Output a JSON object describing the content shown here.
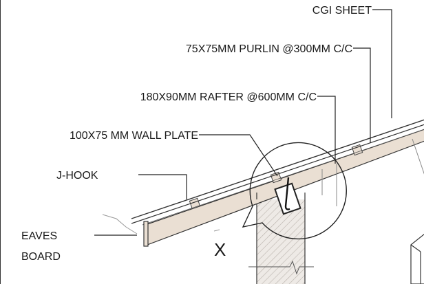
{
  "labels": {
    "cgi_sheet": "CGI SHEET",
    "purlin": "75X75MM PURLIN @300MM C/C",
    "rafter": "180X90MM RAFTER @600MM C/C",
    "wall_plate": "100X75 MM WALL PLATE",
    "j_hook": "J-HOOK",
    "eaves_line1": "EAVES",
    "eaves_line2": "BOARD",
    "section_mark": "X"
  },
  "colors": {
    "line": "#333333",
    "rafter_fill": "#eadfd3",
    "wall_fill": "#eeeae6",
    "hatch": "#b9b2ab"
  }
}
